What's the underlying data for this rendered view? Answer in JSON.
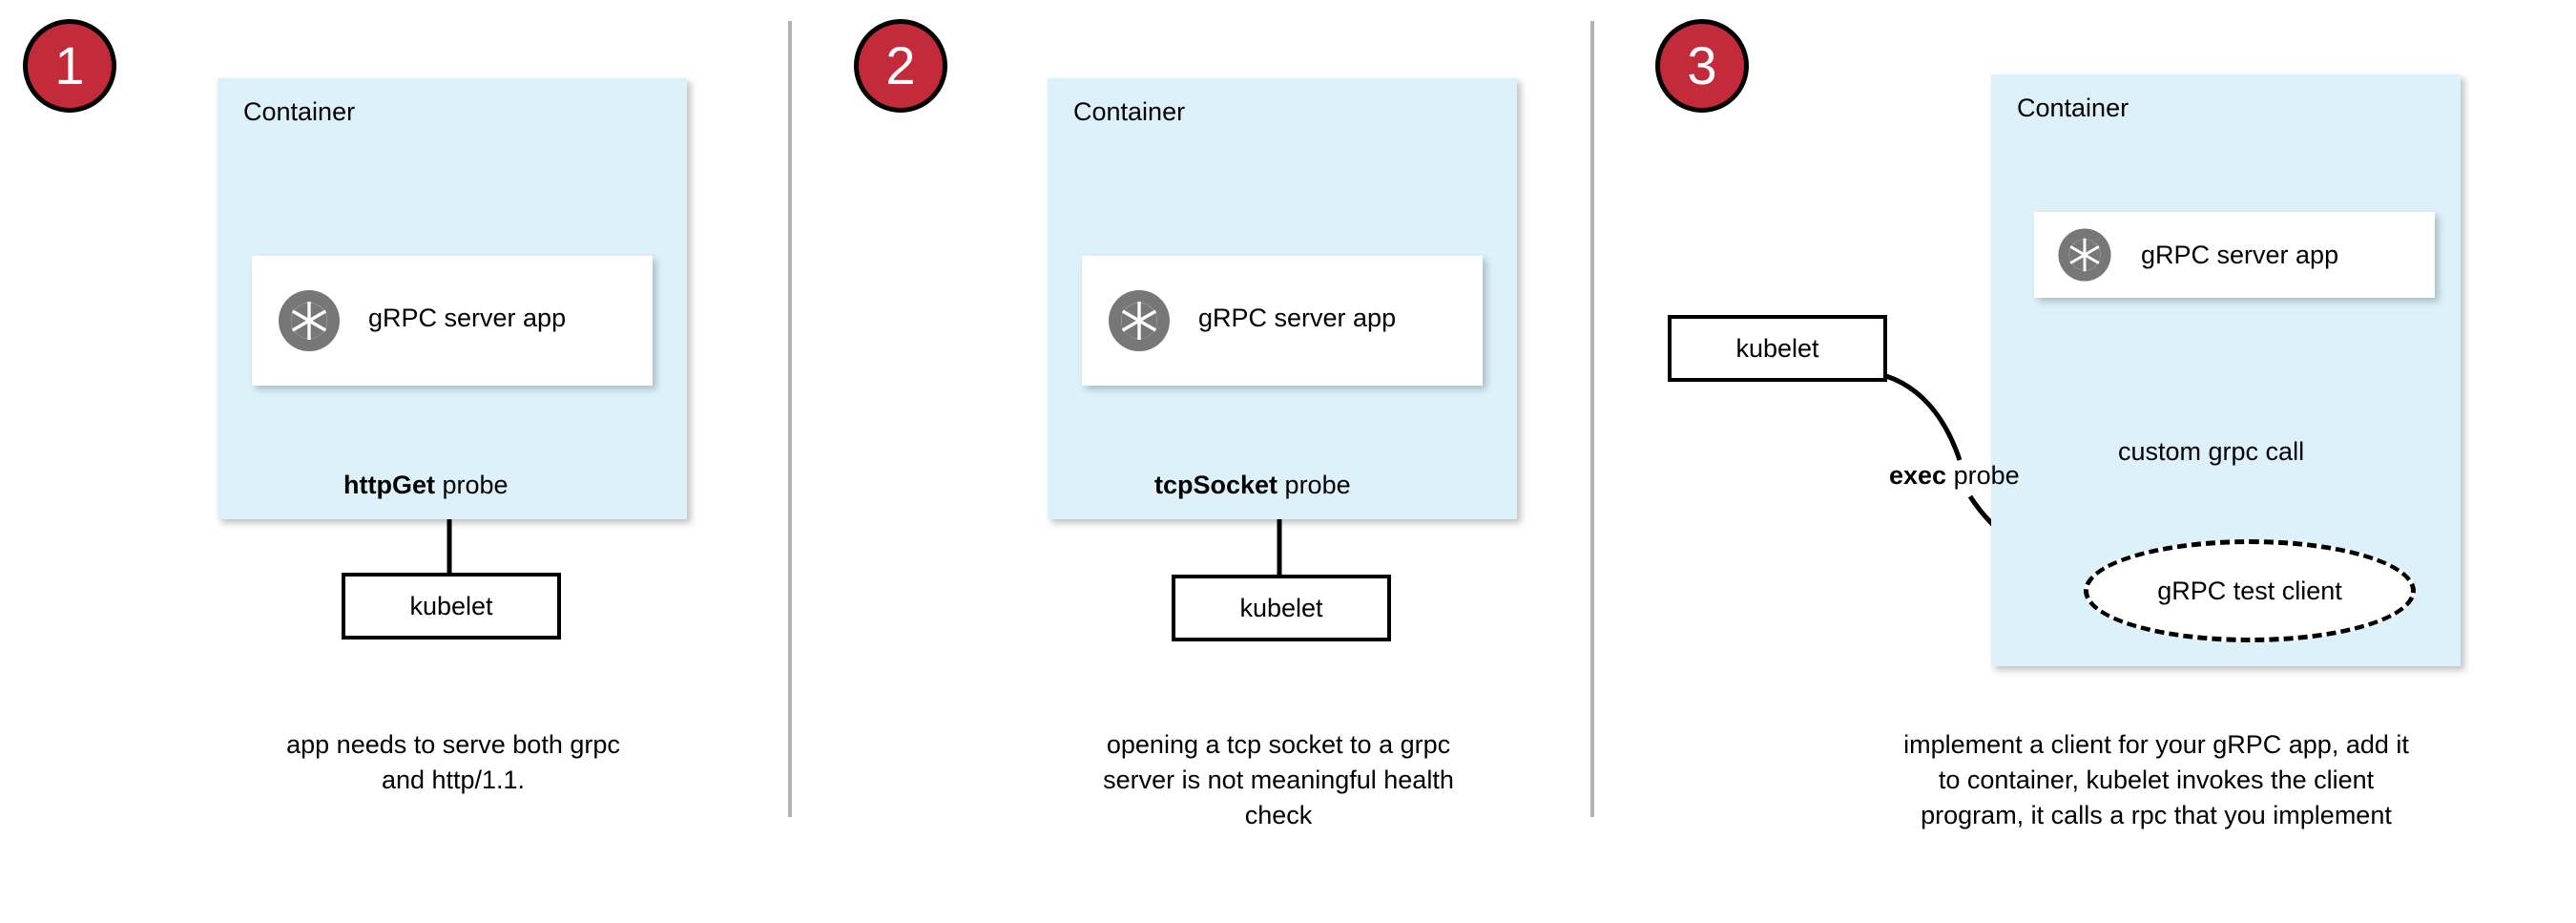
{
  "diagram": {
    "title_absent": true,
    "colors": {
      "container_fill": "#ddf1fb",
      "badge_fill": "#c32a3a",
      "badge_text": "#ffffff",
      "badge_outline": "#000000",
      "card_fill": "#ffffff",
      "stroke": "#000000",
      "divider": "#b3b3b3",
      "grpc_icon_gray": "#777777"
    },
    "panels": [
      {
        "badge": "1",
        "container_label": "Container",
        "app_card_label": "gRPC server app",
        "app_card_icon": "grpc-aperture-icon",
        "probe_label_bold": "httpGet",
        "probe_label_rest": " probe",
        "kubelet_label": "kubelet",
        "caption": "app needs to serve both grpc and http/1.1.",
        "caption_lines": [
          "app needs to serve both grpc",
          "and http/1.1."
        ]
      },
      {
        "badge": "2",
        "container_label": "Container",
        "app_card_label": "gRPC server app",
        "app_card_icon": "grpc-aperture-icon",
        "probe_label_bold": "tcpSocket",
        "probe_label_rest": " probe",
        "kubelet_label": "kubelet",
        "caption": "opening a tcp socket to a grpc server is not meaningful health check",
        "caption_lines": [
          "opening a tcp socket to a grpc",
          "server is not meaningful health",
          "check"
        ]
      },
      {
        "badge": "3",
        "container_label": "Container",
        "app_card_label": "gRPC server app",
        "app_card_icon": "grpc-aperture-icon",
        "probe_label_bold": "exec",
        "probe_label_rest": " probe",
        "kubelet_label": "kubelet",
        "test_client_label": "gRPC test client",
        "custom_call_label": "custom grpc call",
        "caption": "implement a client for your gRPC app, add it to container, kubelet invokes the client program, it calls a rpc that you implement",
        "caption_lines": [
          "implement a client for your gRPC app, add it",
          "to container, kubelet invokes the client",
          "program, it calls a rpc that you implement"
        ]
      }
    ]
  }
}
